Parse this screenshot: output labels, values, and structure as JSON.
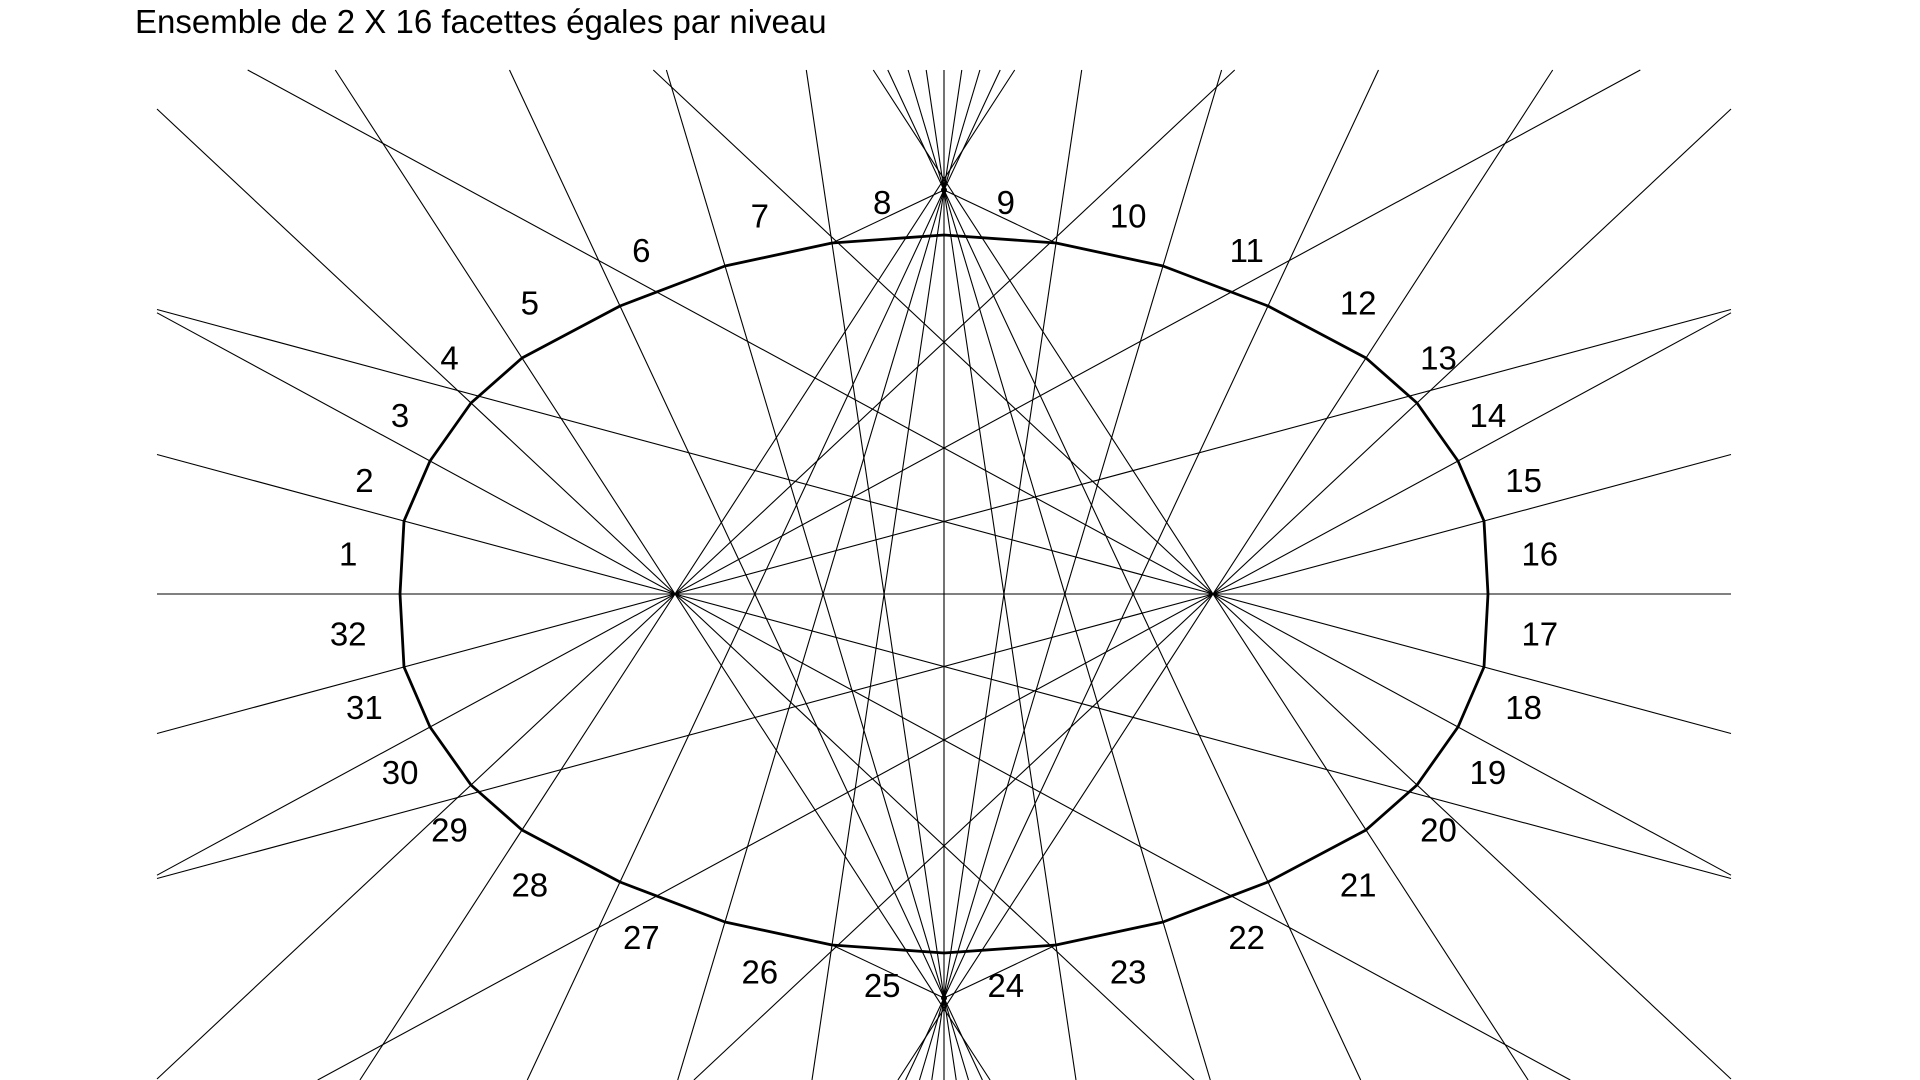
{
  "title": "Ensemble de 2 X 16 facettes égales par niveau",
  "colors": {
    "line": "#000000",
    "background": "#ffffff"
  },
  "facet_labels": [
    "1",
    "2",
    "3",
    "4",
    "5",
    "6",
    "7",
    "8",
    "9",
    "10",
    "11",
    "12",
    "13",
    "14",
    "15",
    "16",
    "17",
    "18",
    "19",
    "20",
    "21",
    "22",
    "23",
    "24",
    "25",
    "26",
    "27",
    "28",
    "29",
    "30",
    "31",
    "32"
  ]
}
